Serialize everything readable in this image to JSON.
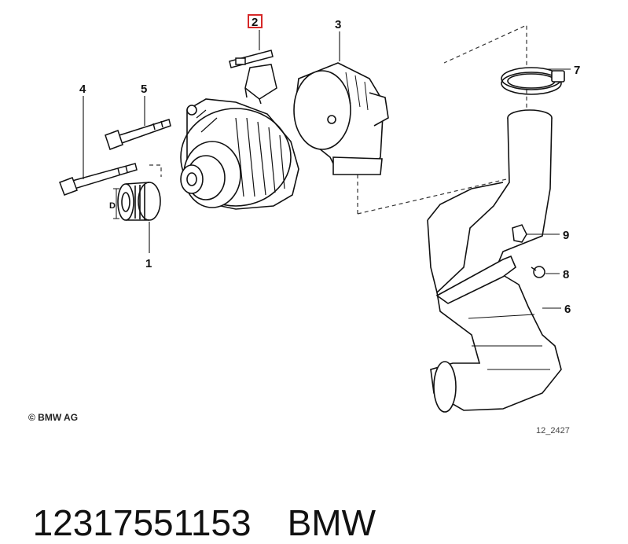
{
  "callouts": {
    "c1": "1",
    "c2": "2",
    "c3": "3",
    "c4": "4",
    "c5": "5",
    "c6": "6",
    "c7": "7",
    "c8": "8",
    "c9": "9",
    "dimension": "D"
  },
  "highlight_color": "#d62828",
  "copyright": "© BMW AG",
  "diagram_code": "12_2427",
  "footer": {
    "part_number": "12317551153",
    "brand": "BMW"
  }
}
